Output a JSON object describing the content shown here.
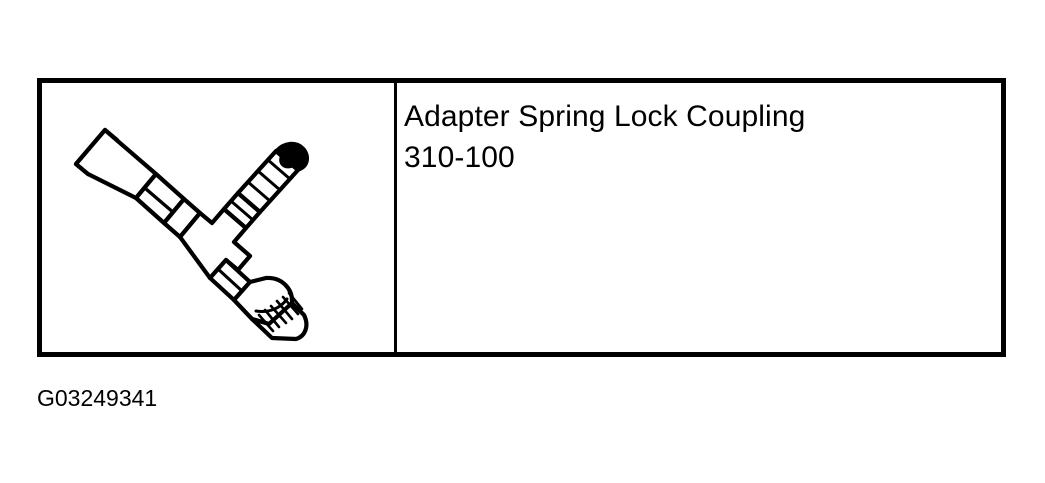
{
  "figure": {
    "caption": "G03249341"
  },
  "part": {
    "name": "Adapter Spring Lock Coupling",
    "number": "310-100",
    "illustration_alt": "special-tool-line-drawing",
    "colors": {
      "line": "#000000",
      "fill": "#ffffff",
      "background": "#ffffff"
    }
  }
}
